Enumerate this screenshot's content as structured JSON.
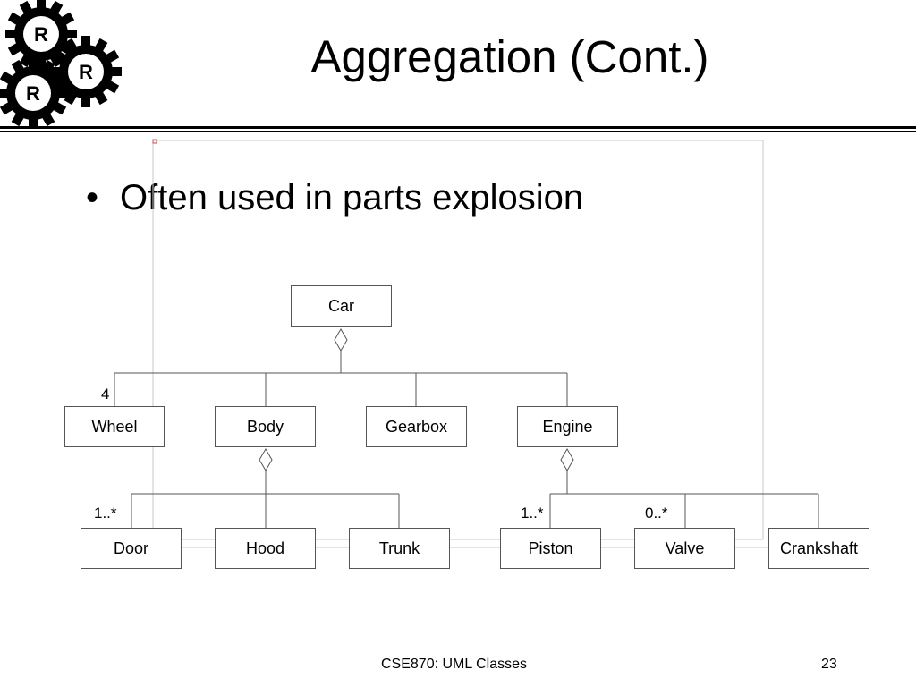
{
  "slide": {
    "title": "Aggregation (Cont.)",
    "bullets": [
      "Often used in parts explosion"
    ],
    "logo_letters": [
      "R",
      "R",
      "R"
    ]
  },
  "diagram": {
    "classes": {
      "car": "Car",
      "wheel": "Wheel",
      "body": "Body",
      "gearbox": "Gearbox",
      "engine": "Engine",
      "door": "Door",
      "hood": "Hood",
      "trunk": "Trunk",
      "piston": "Piston",
      "valve": "Valve",
      "crankshaft": "Crankshaft"
    },
    "multiplicities": {
      "wheel": "4",
      "door": "1..*",
      "piston": "1..*",
      "valve": "0..*"
    },
    "aggregations": [
      {
        "whole": "Car",
        "parts": [
          "Wheel",
          "Body",
          "Gearbox",
          "Engine"
        ]
      },
      {
        "whole": "Body",
        "parts": [
          "Door",
          "Hood",
          "Trunk"
        ]
      },
      {
        "whole": "Engine",
        "parts": [
          "Piston",
          "Valve",
          "Crankshaft"
        ]
      }
    ]
  },
  "footer": {
    "course": "CSE870: UML Classes",
    "page_number": "23"
  }
}
